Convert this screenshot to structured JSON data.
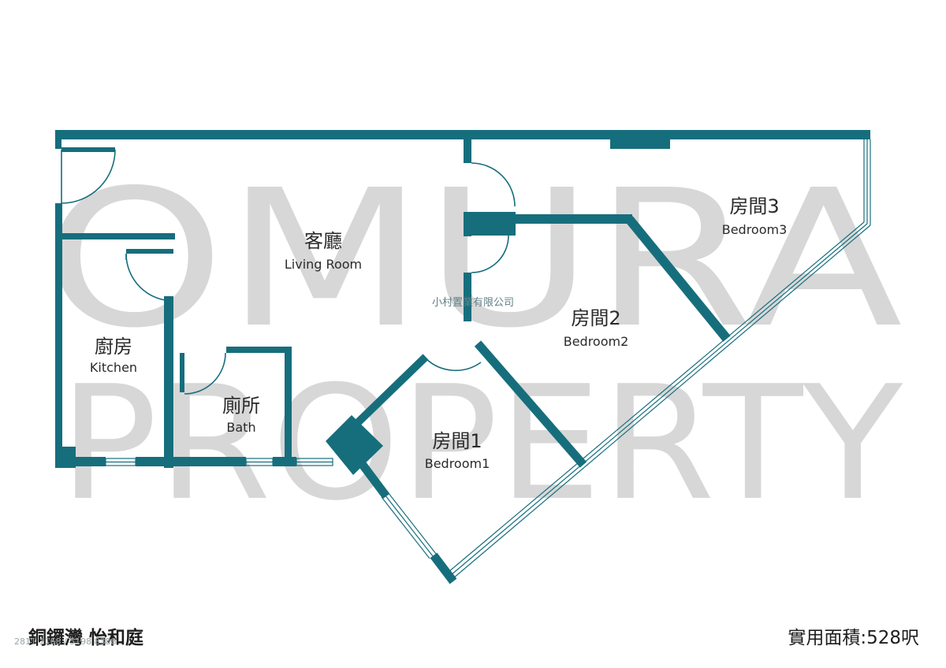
{
  "watermark": {
    "line1": "OMURA",
    "line2": "PROPERTY"
  },
  "agency_mark": "小村置業有限公司",
  "wall_color": "#166e7c",
  "rooms": {
    "living": {
      "zh": "客廳",
      "en": "Living Room"
    },
    "bedroom3": {
      "zh": "房間3",
      "en": "Bedroom3"
    },
    "bedroom2": {
      "zh": "房間2",
      "en": "Bedroom2"
    },
    "bedroom1": {
      "zh": "房間1",
      "en": "Bedroom1"
    },
    "kitchen": {
      "zh": "廚房",
      "en": "Kitchen"
    },
    "bath": {
      "zh": "廁所",
      "en": "Bath"
    }
  },
  "footer": {
    "location": "銅鑼灣 怡和庭",
    "area": "實用面積:528呎",
    "phone": "2811 1168 / 5198 8388"
  }
}
